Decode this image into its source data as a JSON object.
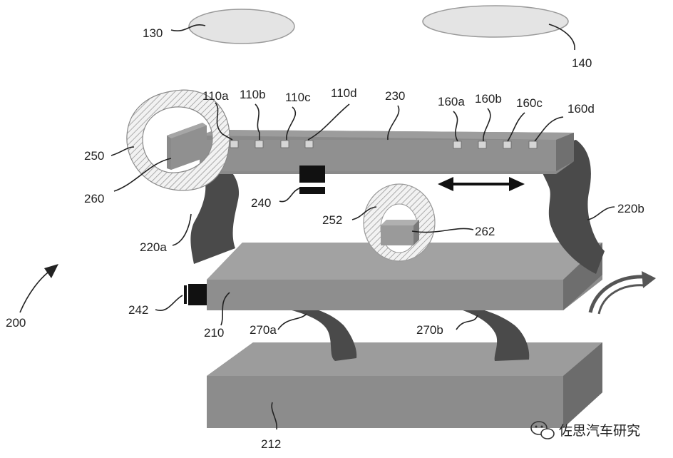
{
  "labels": {
    "l130": "130",
    "l140": "140",
    "l110a": "110a",
    "l110b": "110b",
    "l110c": "110c",
    "l110d": "110d",
    "l230": "230",
    "l160a": "160a",
    "l160b": "160b",
    "l160c": "160c",
    "l160d": "160d",
    "l250": "250",
    "l260": "260",
    "l240": "240",
    "l252": "252",
    "l262": "262",
    "l220a": "220a",
    "l220b": "220b",
    "l200": "200",
    "l242": "242",
    "l210": "210",
    "l270a": "270a",
    "l270b": "270b",
    "l212": "212"
  },
  "watermark": {
    "text": "佐思汽车研究",
    "icon": "wechat-icon"
  },
  "colors": {
    "plate_top": "#9a9a9a",
    "plate_front": "#8a8a8a",
    "plate_side": "#6e6e6e",
    "spring": "#4a4a4a",
    "ellipse": "#e4e4e4"
  }
}
